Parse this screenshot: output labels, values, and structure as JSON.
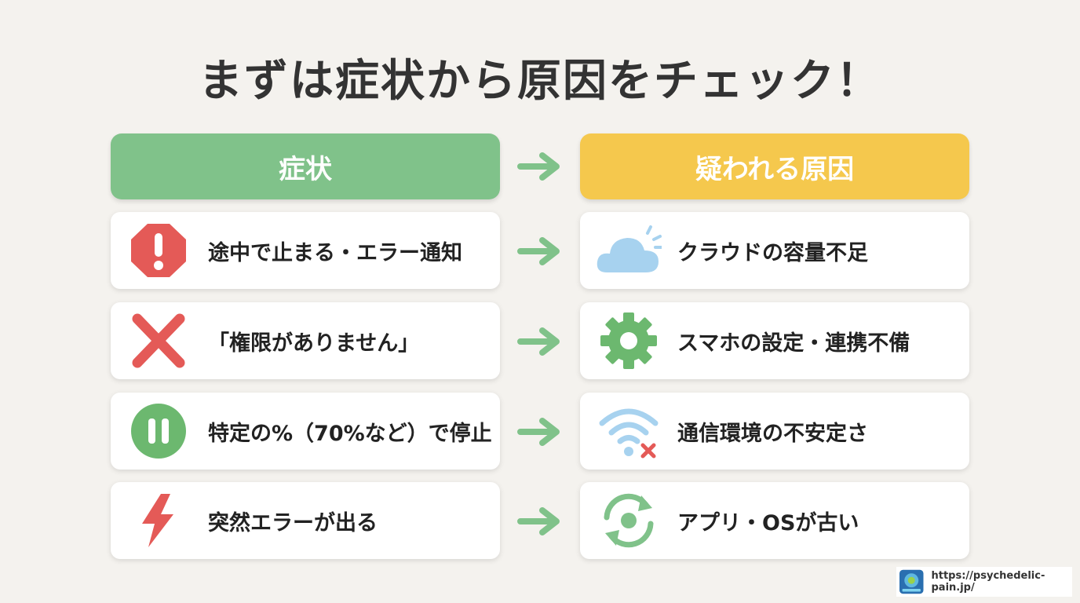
{
  "title": "まずは症状から原因をチェック！",
  "headers": {
    "symptom": "症状",
    "cause": "疑われる原因"
  },
  "rows": [
    {
      "symptom": "途中で止まる・エラー通知",
      "symptom_icon": "octagon-exclamation-icon",
      "cause": "クラウドの容量不足",
      "cause_icon": "cloud-icon"
    },
    {
      "symptom": "「権限がありません」",
      "symptom_icon": "x-mark-icon",
      "cause": "スマホの設定・連携不備",
      "cause_icon": "gear-icon"
    },
    {
      "symptom": "特定の%（70%など）で停止",
      "symptom_icon": "pause-icon",
      "cause": "通信環境の不安定さ",
      "cause_icon": "wifi-off-icon"
    },
    {
      "symptom": "突然エラーが出る",
      "symptom_icon": "lightning-icon",
      "cause": "アプリ・OSが古い",
      "cause_icon": "refresh-icon"
    }
  ],
  "footer": {
    "url": "https://psychedelic-pain.jp/",
    "logo_icon": "site-logo-icon"
  },
  "colors": {
    "background": "#f4f2ee",
    "symptom_header": "#80c28a",
    "cause_header": "#f5c84d",
    "arrow": "#80c28a",
    "danger": "#e45a57",
    "cloud": "#a7d2ef",
    "gear": "#6cb86f"
  }
}
